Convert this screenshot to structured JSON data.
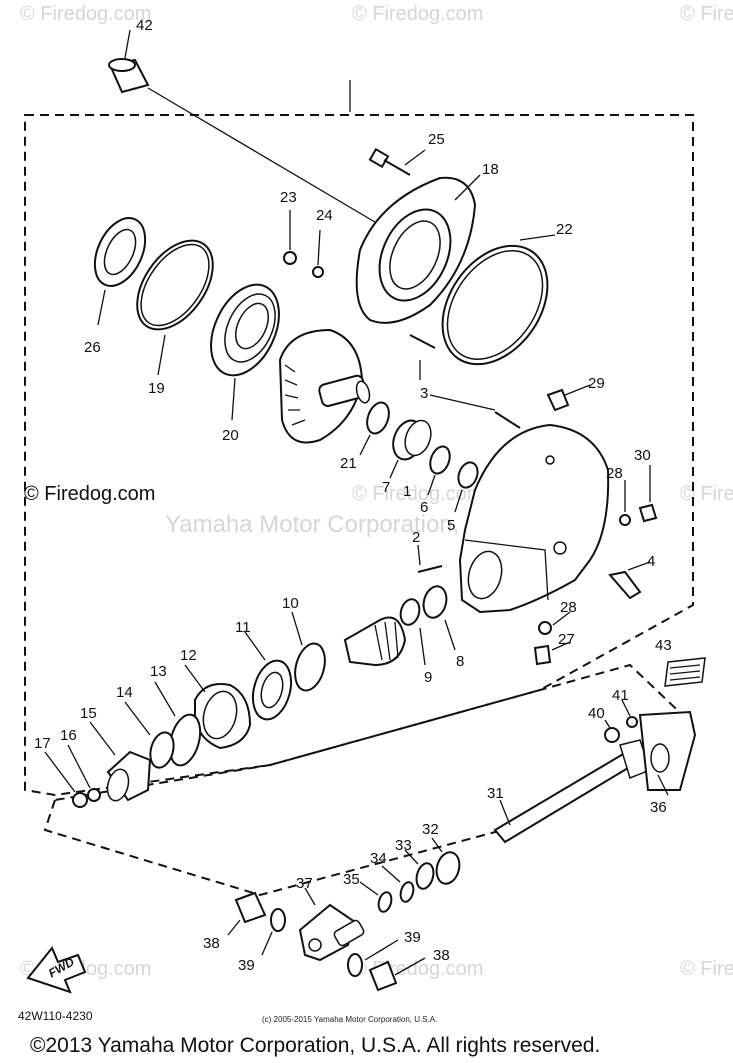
{
  "watermarks": {
    "corner": "© Firedog.com",
    "brand": "© Firedog.com",
    "center": "Yamaha Motor Corporation, U.S.A."
  },
  "diagram_code": "42W110-4230",
  "small_copyright": "(c) 2005-2015 Yamaha Motor Corporation, U.S.A.",
  "footer": "©2013 Yamaha Motor Corporation, U.S.A. All rights reserved.",
  "direction_label": "FWD",
  "part_numbers": [
    "1",
    "2",
    "3",
    "4",
    "5",
    "6",
    "7",
    "8",
    "9",
    "10",
    "11",
    "12",
    "13",
    "14",
    "15",
    "16",
    "17",
    "18",
    "19",
    "20",
    "21",
    "22",
    "23",
    "24",
    "25",
    "26",
    "27",
    "28",
    "28",
    "29",
    "30",
    "31",
    "32",
    "33",
    "34",
    "35",
    "36",
    "37",
    "38",
    "38",
    "39",
    "39",
    "40",
    "41",
    "42",
    "43"
  ]
}
